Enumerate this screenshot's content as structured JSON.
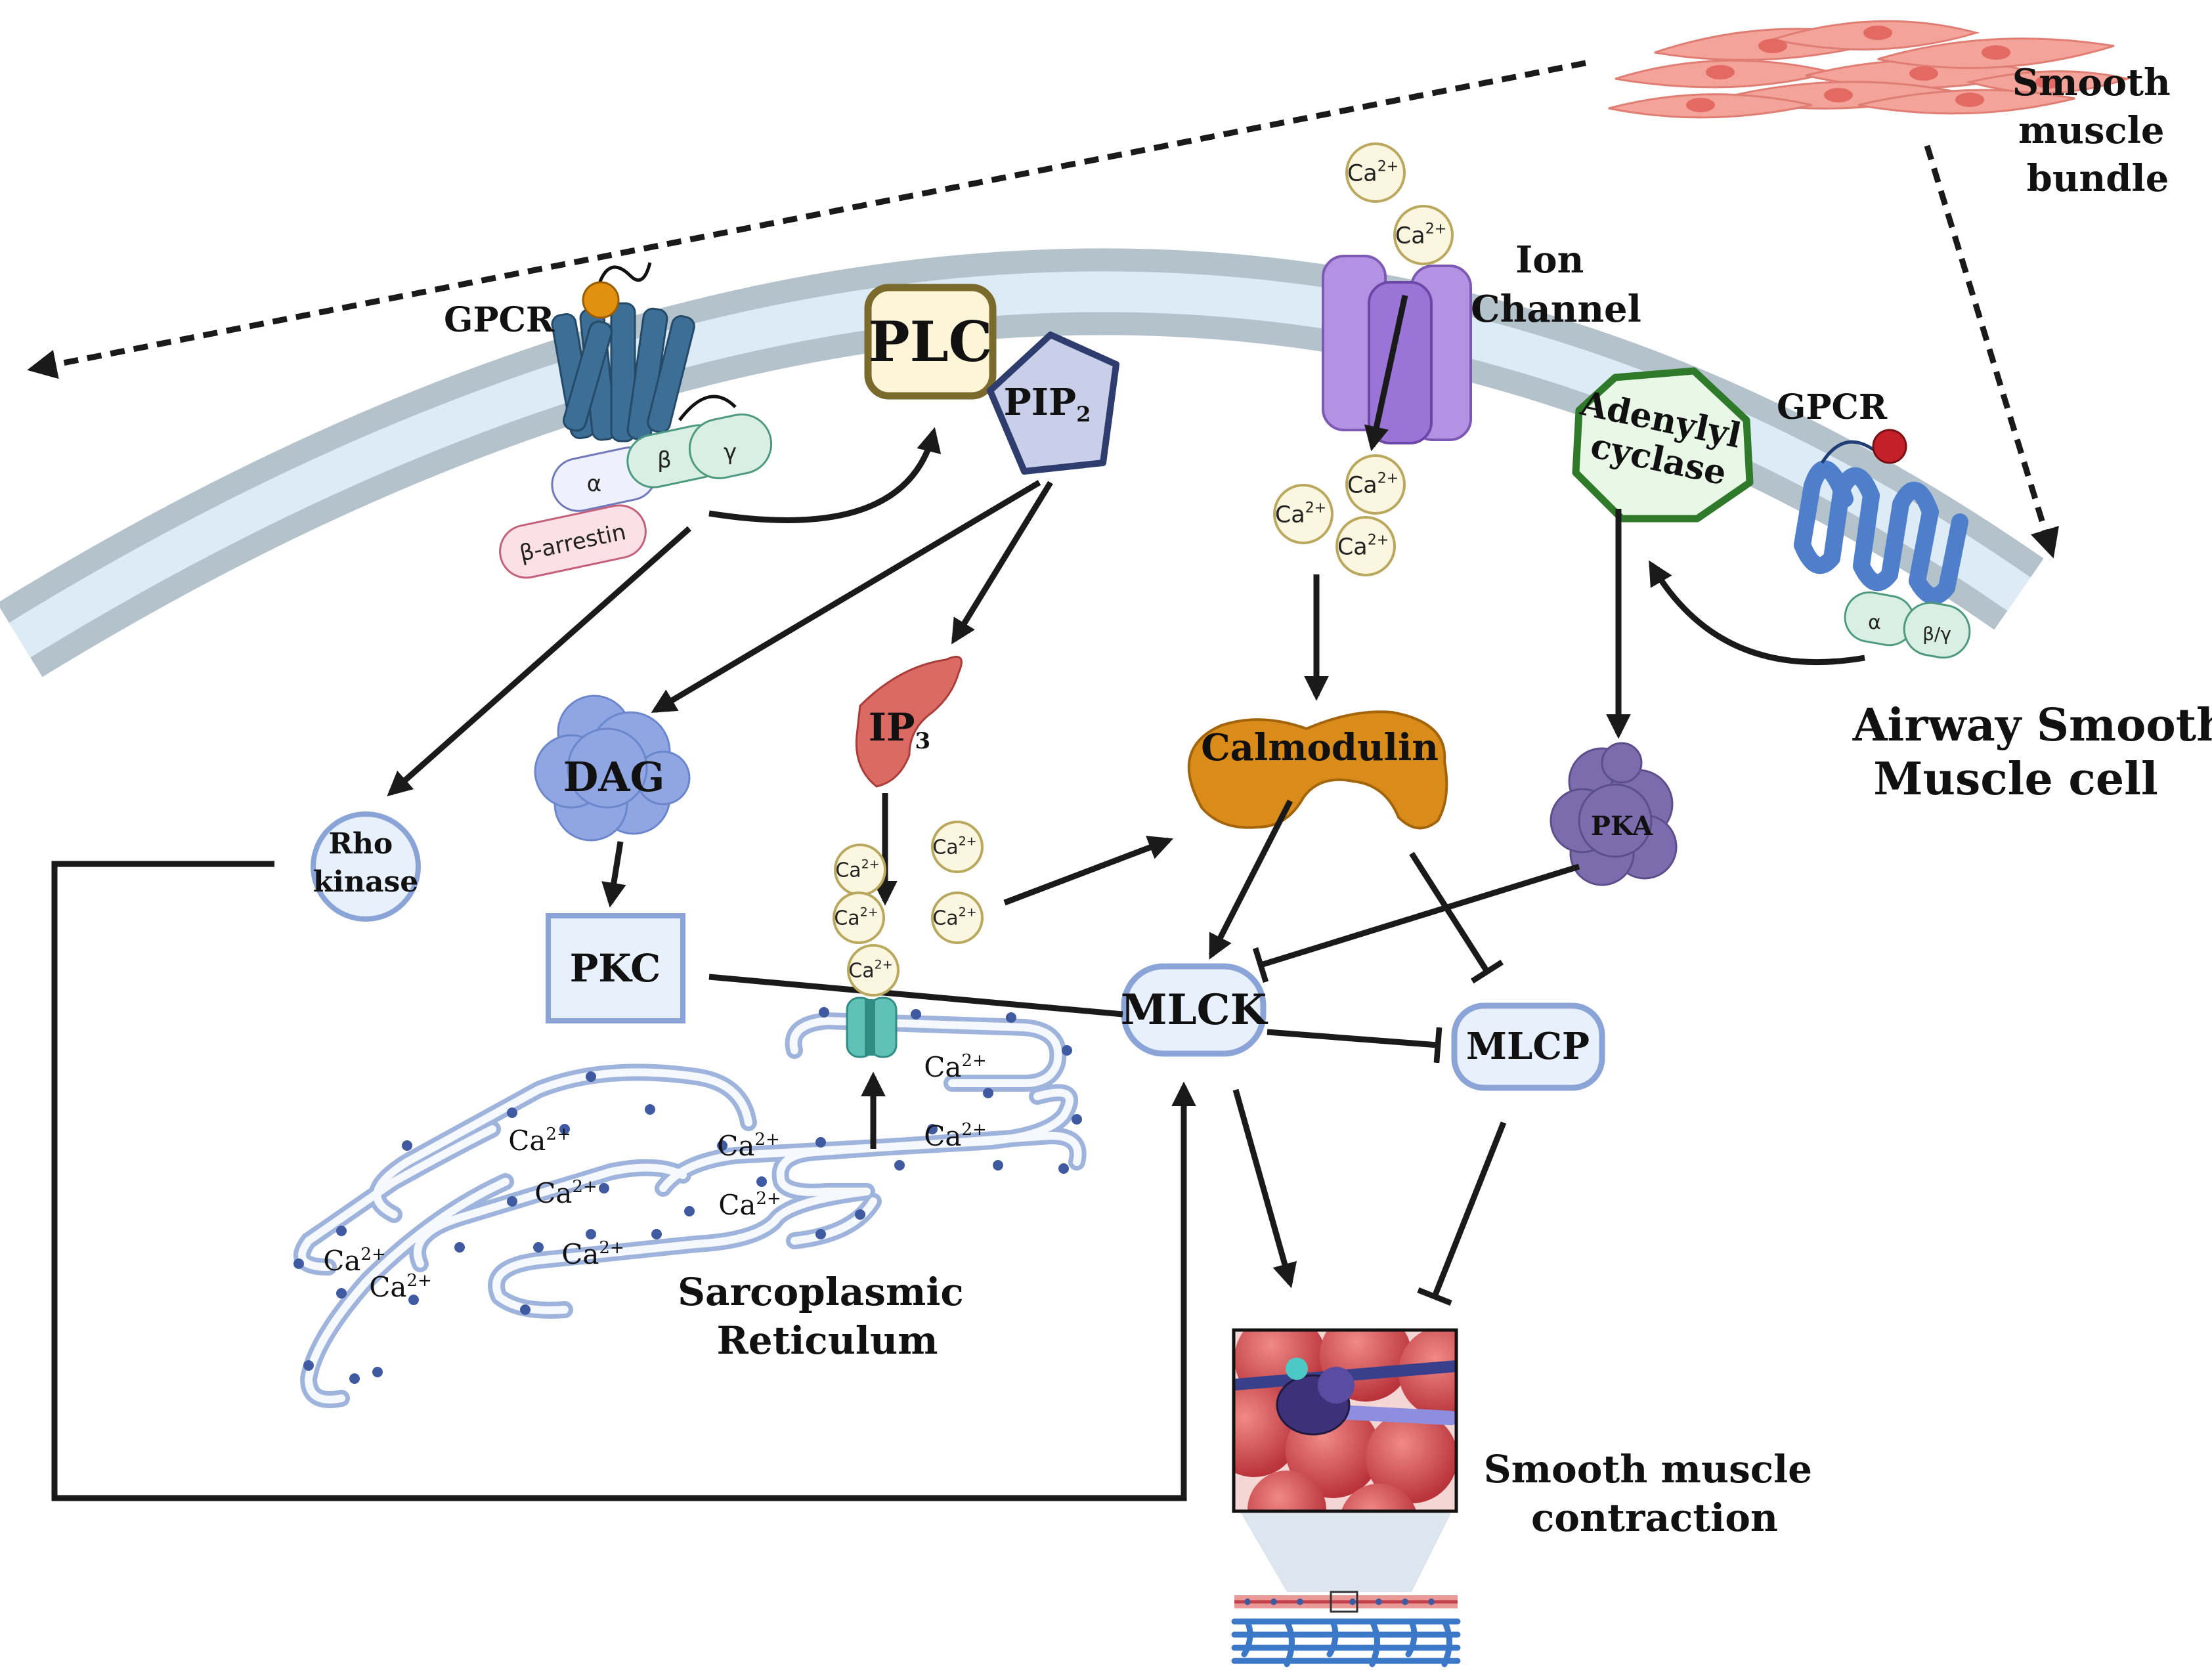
{
  "labels": {
    "smooth_muscle_bundle": [
      "Smooth",
      "muscle",
      "bundle"
    ],
    "gpcr_left": "GPCR",
    "gpcr_right": "GPCR",
    "plc": "PLC",
    "pip": "PIP",
    "pip_sub": "2",
    "ion_channel": [
      "Ion",
      "Channel"
    ],
    "adenylyl_cyclase": [
      "Adenylyl",
      "cyclase"
    ],
    "alpha": "α",
    "beta": "β",
    "gamma": "γ",
    "beta_gamma": "β/γ",
    "beta_arrestin": "β-arrestin",
    "airway_cell": [
      "Airway Smooth",
      "Muscle cell"
    ],
    "dag": "DAG",
    "ip": "IP",
    "ip_sub": "3",
    "calmodulin": "Calmodulin",
    "pka": "PKA",
    "rho_kinase": [
      "Rho",
      "kinase"
    ],
    "pkc": "PKC",
    "mlck": "MLCK",
    "mlcp": "MLCP",
    "sarcoplasmic_reticulum": [
      "Sarcoplasmic",
      "Reticulum"
    ],
    "smooth_muscle_contraction": [
      "Smooth muscle",
      "contraction"
    ],
    "ca": "Ca",
    "ca_sup": "2+"
  },
  "colors": {
    "membrane_outer": "#b4c2cc",
    "membrane_inner": "#dcebf6",
    "gpcr_left": "#3c6e96",
    "gpcr_right": "#4f7fcb",
    "ion_channel": "#b391e3",
    "plc_fill": "#fcf5d8",
    "plc_border": "#7a6a2c",
    "pip_fill": "#c9cfe8",
    "pip_border": "#2e3d6e",
    "adenylyl_fill": "#e9f7e7",
    "adenylyl_border": "#2f7a2a",
    "calmodulin": "#d98c19",
    "dag": "#8fa6e3",
    "ip3": "#db6a64",
    "pka": "#7c6cad",
    "ca_fill": "#fbf6df",
    "ca_border": "#b9a85e",
    "node_fill": "#e8f0fb",
    "node_border": "#8aa4d8",
    "muscle_cell": "#f3a39a",
    "sr_dot": "#3f5aa0",
    "arrow": "#1a1a1a"
  }
}
